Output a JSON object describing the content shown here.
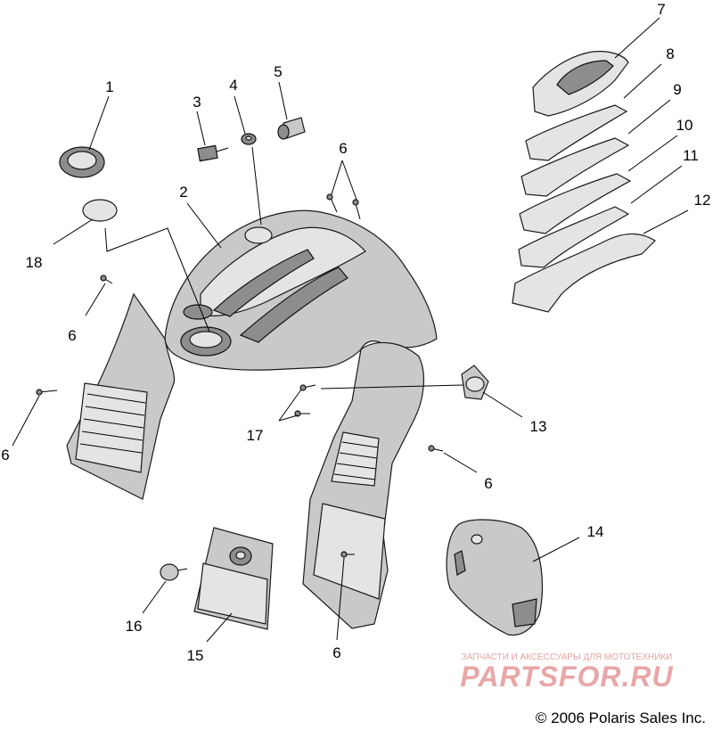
{
  "callouts": [
    {
      "id": "1",
      "text": "1"
    },
    {
      "id": "2",
      "text": "2"
    },
    {
      "id": "3",
      "text": "3"
    },
    {
      "id": "4",
      "text": "4"
    },
    {
      "id": "5",
      "text": "5"
    },
    {
      "id": "6a",
      "text": "6"
    },
    {
      "id": "6b",
      "text": "6"
    },
    {
      "id": "6c",
      "text": "6"
    },
    {
      "id": "6d",
      "text": "6"
    },
    {
      "id": "6e",
      "text": "6"
    },
    {
      "id": "7",
      "text": "7"
    },
    {
      "id": "8",
      "text": "8"
    },
    {
      "id": "9",
      "text": "9"
    },
    {
      "id": "10",
      "text": "10"
    },
    {
      "id": "11",
      "text": "11"
    },
    {
      "id": "12",
      "text": "12"
    },
    {
      "id": "13",
      "text": "13"
    },
    {
      "id": "14",
      "text": "14"
    },
    {
      "id": "15",
      "text": "15"
    },
    {
      "id": "16",
      "text": "16"
    },
    {
      "id": "17",
      "text": "17"
    },
    {
      "id": "18",
      "text": "18"
    }
  ],
  "watermark": {
    "tagline": "ЗАПЧАСТИ И АКСЕССУАРЫ ДЛЯ МОТОТЕХНИКИ",
    "brand": "PARTSFOR.RU"
  },
  "copyright": "© 2006 Polaris Sales Inc."
}
